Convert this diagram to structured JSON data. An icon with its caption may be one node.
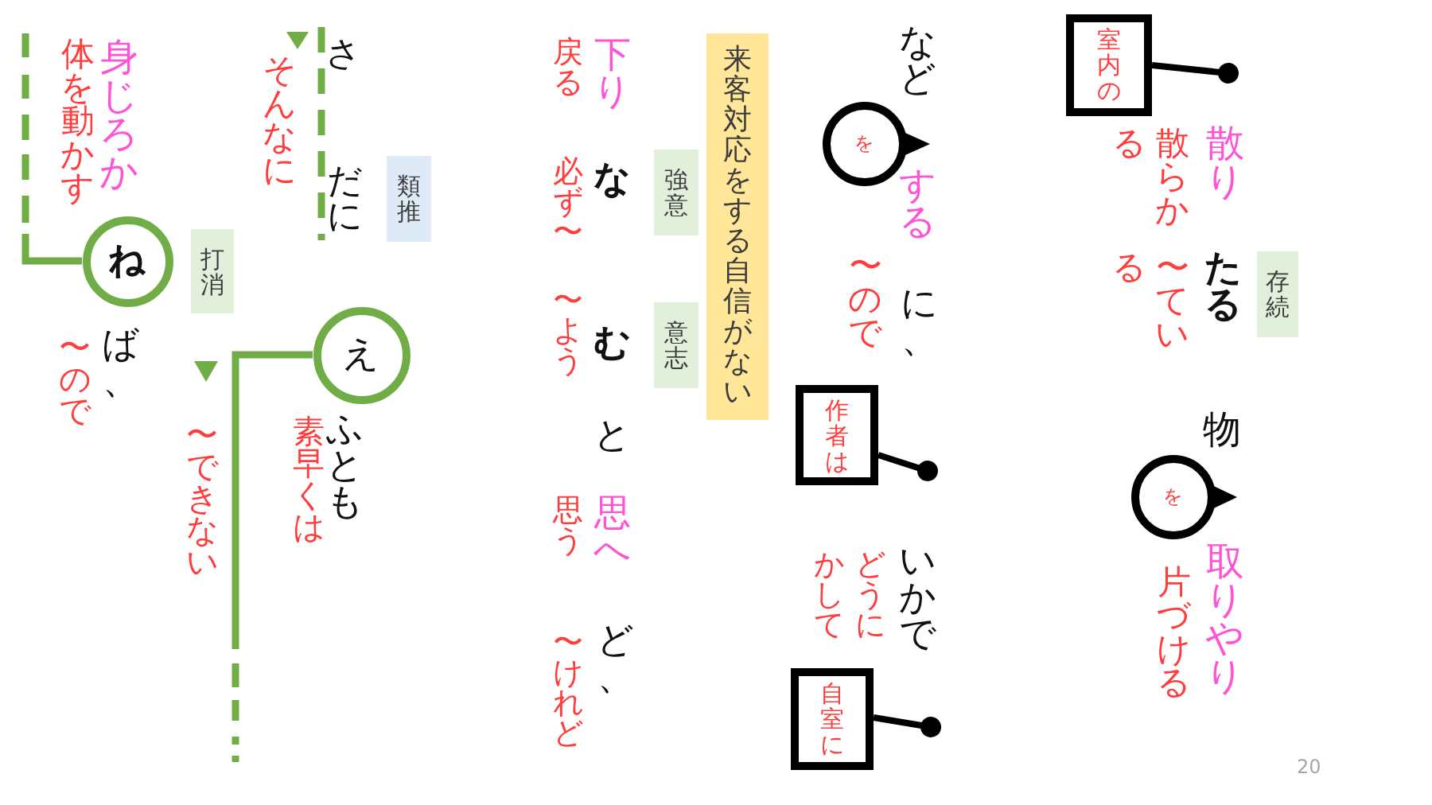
{
  "diagram": {
    "nodes": [
      {
        "text": [
          "室内の"
        ]
      },
      {
        "text": [
          "存続"
        ]
      },
      {
        "text": [
          "を"
        ]
      },
      {
        "text": [
          "を"
        ]
      },
      {
        "text": [
          "作者は"
        ]
      },
      {
        "text": [
          "自室に"
        ]
      },
      {
        "text": [
          "来客対応をする自信がない"
        ]
      },
      {
        "text": [
          "強意"
        ]
      },
      {
        "text": [
          "意志"
        ]
      },
      {
        "text": [
          "類推"
        ]
      },
      {
        "text": [
          "ね"
        ]
      },
      {
        "text": [
          "打消"
        ]
      },
      {
        "text": [
          "え"
        ]
      }
    ],
    "edges": [
      {
        "from": 0,
        "to": null,
        "arrow": "other"
      },
      {
        "from": 4,
        "to": null,
        "arrow": "other"
      },
      {
        "from": 5,
        "to": null,
        "arrow": "other"
      },
      {
        "from": 10,
        "to": null,
        "arrow": "none",
        "style": "dashed",
        "color": "#70ad47"
      },
      {
        "from": 12,
        "to": null,
        "arrow": "none",
        "style": "dashed",
        "color": "#70ad47"
      }
    ],
    "labels": [
      "散り",
      "たる",
      "物",
      "取りやり",
      "散らかる",
      "〜ている",
      "片づける",
      "など",
      "する",
      "に、",
      "いかで",
      "〜ので",
      "どうにかして",
      "下り",
      "な",
      "む",
      "と",
      "思へ",
      "ど、",
      "戻る",
      "必ず〜",
      "〜よう",
      "思う",
      "〜けれど",
      "さ",
      "だに",
      "ふとも",
      "素早くは",
      "そんなに",
      "〜できない",
      "身じろか",
      "ば、",
      "体を動かす",
      "〜ので",
      "20"
    ]
  }
}
